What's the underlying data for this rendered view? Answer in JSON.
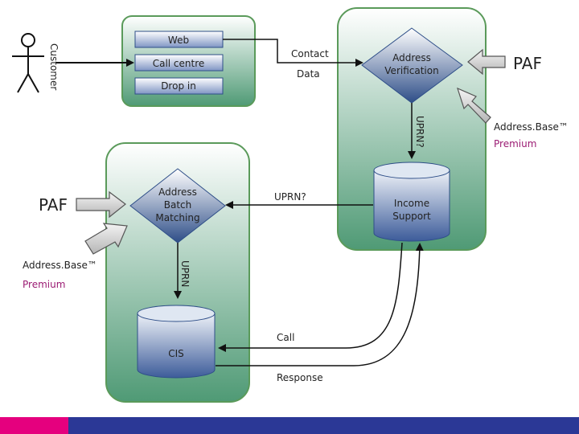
{
  "channels": {
    "actor": "Customer",
    "web": "Web",
    "call_centre": "Call centre",
    "drop_in": "Drop in",
    "contact": "Contact",
    "data": "Data"
  },
  "verification": {
    "title_line1": "Address",
    "title_line2": "Verification",
    "paf": "PAF",
    "address_base": "Address.Base™",
    "premium": "Premium",
    "uprn_query": "UPRN?"
  },
  "income_support": {
    "line1": "Income",
    "line2": "Support"
  },
  "batch": {
    "title_line1": "Address",
    "title_line2": "Batch",
    "title_line3": "Matching",
    "paf": "PAF",
    "address_base": "Address.Base™",
    "premium": "Premium",
    "uprn_query": "UPRN?",
    "uprn": "UPRN"
  },
  "cis": {
    "label": "CIS"
  },
  "flows": {
    "call": "Call",
    "response": "Response"
  },
  "colors": {
    "panel_top": "#ffffff",
    "panel_bottom": "#4f9a75",
    "panel_border": "#5a9a5a",
    "node_top": "#ffffff",
    "node_bottom": "#2e4e88",
    "premium_text": "#9b1b73",
    "footer_pink": "#e5007e",
    "footer_blue": "#2b3896"
  }
}
